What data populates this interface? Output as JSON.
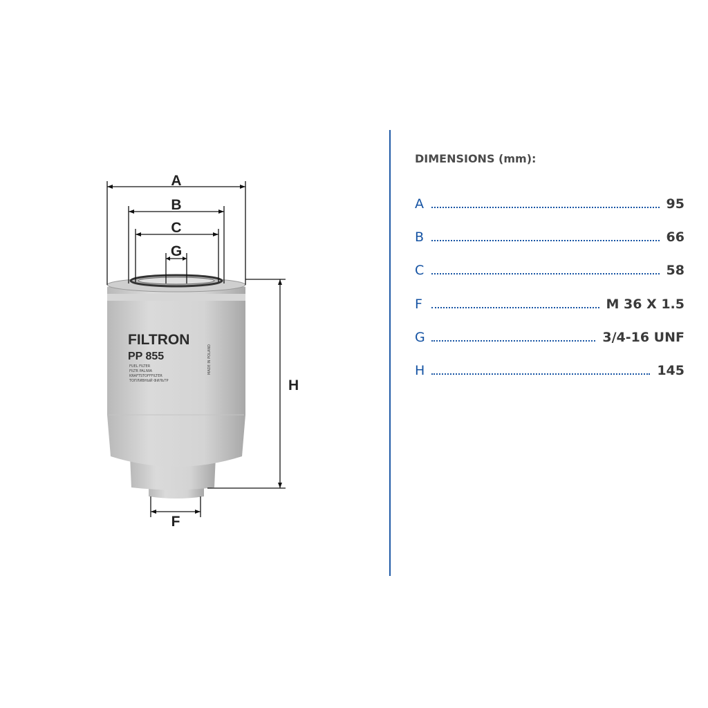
{
  "drawing": {
    "labels": {
      "A": "A",
      "B": "B",
      "C": "C",
      "G": "G",
      "H": "H",
      "F": "F"
    },
    "brand": "FILTRON",
    "model": "PP 855",
    "desc_lines": [
      "FUEL FILTER",
      "FILTR PALIWA",
      "KRAFTSTOFFFILTER",
      "ТОПЛИВНЫЙ ФИЛЬТР"
    ],
    "origin": "MADE IN POLAND"
  },
  "dimensions": {
    "title": "DIMENSIONS (mm):",
    "rows": [
      {
        "key": "A",
        "value": "95"
      },
      {
        "key": "B",
        "value": "66"
      },
      {
        "key": "C",
        "value": "58"
      },
      {
        "key": "F",
        "value": "M 36 X 1.5"
      },
      {
        "key": "G",
        "value": "3/4-16 UNF"
      },
      {
        "key": "H",
        "value": "145"
      }
    ]
  },
  "colors": {
    "accent": "#1553a3",
    "divider": "#1f5aa6"
  }
}
